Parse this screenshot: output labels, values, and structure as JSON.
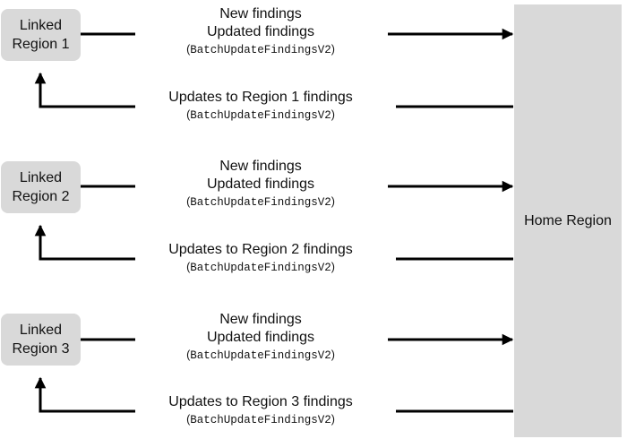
{
  "home_region": {
    "label": "Home Region"
  },
  "regions": [
    {
      "line1": "Linked",
      "line2": "Region 1",
      "outbound": {
        "line1": "New findings",
        "line2": "Updated findings",
        "api": "BatchUpdateFindingsV2"
      },
      "inbound": {
        "label": "Updates to Region 1 findings",
        "api": "BatchUpdateFindingsV2"
      }
    },
    {
      "line1": "Linked",
      "line2": "Region 2",
      "outbound": {
        "line1": "New findings",
        "line2": "Updated findings",
        "api": "BatchUpdateFindingsV2"
      },
      "inbound": {
        "label": "Updates to Region 2 findings",
        "api": "BatchUpdateFindingsV2"
      }
    },
    {
      "line1": "Linked",
      "line2": "Region 3",
      "outbound": {
        "line1": "New findings",
        "line2": "Updated findings",
        "api": "BatchUpdateFindingsV2"
      },
      "inbound": {
        "label": "Updates to Region 3 findings",
        "api": "BatchUpdateFindingsV2"
      }
    }
  ],
  "colors": {
    "box_fill": "#d9d9d9",
    "line": "#000000"
  }
}
